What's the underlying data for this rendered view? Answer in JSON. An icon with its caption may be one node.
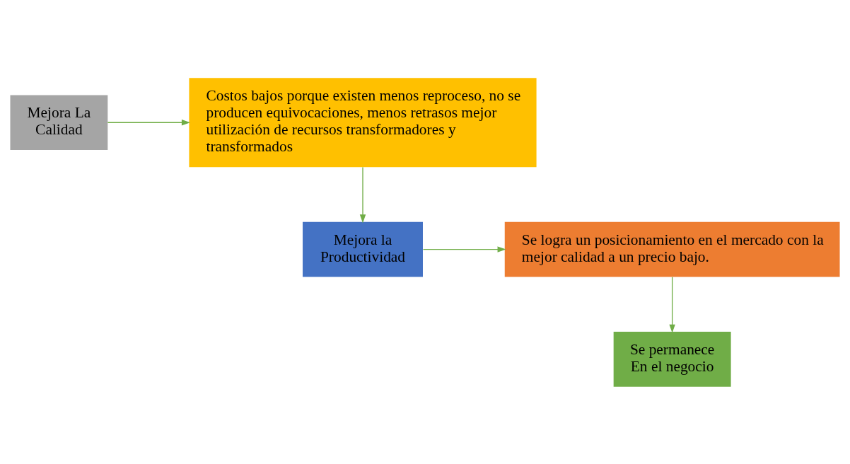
{
  "diagram": {
    "nodes": [
      {
        "text": [
          "Mejora La Calidad"
        ]
      },
      {
        "text": [
          "Costos bajos porque existen menos reproceso, no se producen equivocaciones, menos retrasos mejor utilización de recursos transformadores y transformados"
        ]
      },
      {
        "text": [
          "Mejora la Productividad"
        ]
      },
      {
        "text": [
          "Se logra un posicionamiento en el mercado con la mejor calidad a un precio bajo."
        ]
      },
      {
        "text": [
          "Se permanece En el negocio"
        ]
      }
    ],
    "edges": [
      {
        "from": 0,
        "to": 1,
        "arrow": "to"
      },
      {
        "from": 1,
        "to": 2,
        "arrow": "to"
      },
      {
        "from": 2,
        "to": 3,
        "arrow": "to"
      },
      {
        "from": 3,
        "to": 4,
        "arrow": "to"
      }
    ]
  }
}
